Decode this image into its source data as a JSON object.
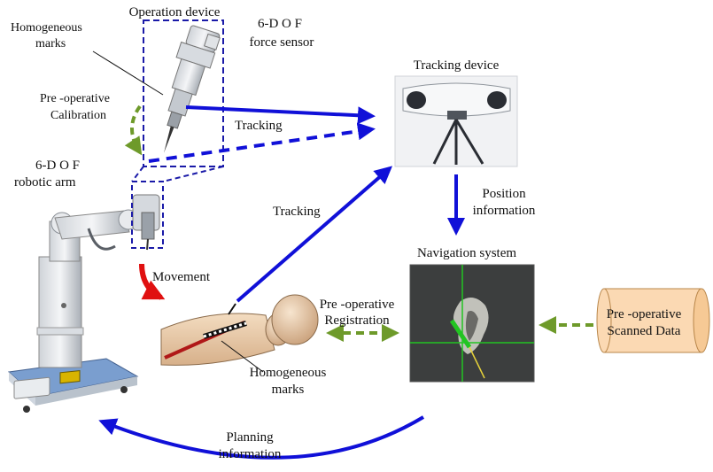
{
  "labels": {
    "operation_device": "Operation device",
    "homogeneous_marks_top": [
      "Homogeneous",
      "marks"
    ],
    "force_sensor": [
      "6-D O F",
      "force sensor"
    ],
    "pre_op_calibration": [
      "Pre -operative",
      "Calibration"
    ],
    "robotic_arm": [
      "6-D O F",
      "robotic arm"
    ],
    "tracking_top": "Tracking",
    "tracking_device": "Tracking device",
    "position_information": [
      "Position",
      "information"
    ],
    "tracking_mid": "Tracking",
    "navigation_system": "Navigation system",
    "movement": "Movement",
    "pre_op_registration": [
      "Pre -operative",
      "Registration"
    ],
    "homogeneous_marks_bottom": [
      "Homogeneous",
      "marks"
    ],
    "pre_op_scanned_data": [
      "Pre -operative",
      "Scanned Data"
    ],
    "planning_information": [
      "Planning",
      "information"
    ]
  },
  "colors": {
    "blue_arrow": "#1010d8",
    "green_arrow": "#6e9a2a",
    "red_arrow": "#e01010",
    "dashed_box": "#1a1aa8",
    "scanned_fill": "#fbd9b3",
    "scanned_stroke": "#b8864a",
    "crosshair": "#22c422"
  },
  "icons": {
    "tracking_camera": "stereo-camera-on-tripod",
    "robot": "robotic-arm-on-cart",
    "end_effector": "drill-with-force-sensor",
    "phantom": "patient-body-phantom",
    "scan": "ct-scan-image",
    "database": "cylinder-database"
  }
}
